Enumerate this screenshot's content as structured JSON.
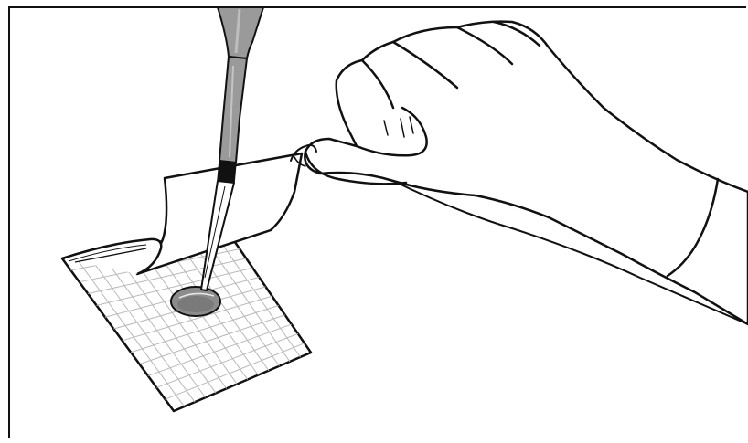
{
  "colors": {
    "background": "#ffffff",
    "ink": "#111111",
    "pipette_body": "#9a9a9a",
    "pipette_shade": "#6f6f6f",
    "sample_drop": "#8c8c8c",
    "grid_line": "#bdbdbd",
    "band": "#111111"
  },
  "icons": {
    "frame": "frame-border",
    "plate": "grid-plate",
    "film": "peeled-top-film",
    "pipette": "pipette",
    "drop": "sample-drop",
    "hand": "gloved-hand"
  }
}
